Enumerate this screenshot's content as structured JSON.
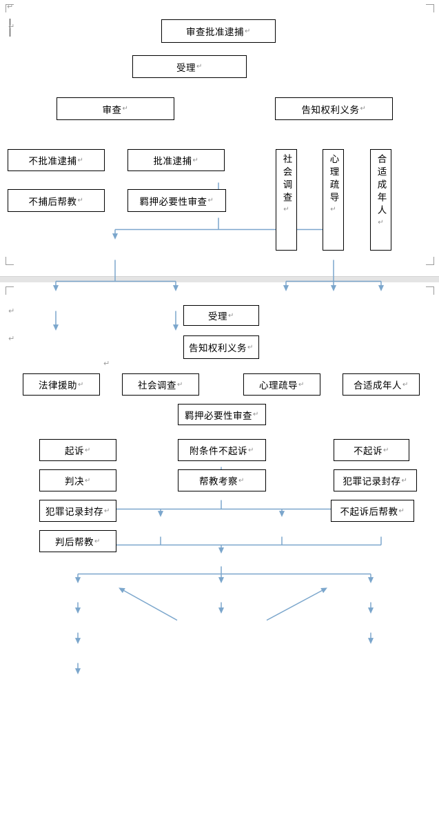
{
  "document": {
    "type": "word-document-flowchart",
    "page_count": 2,
    "line_color": "#7BA6CC",
    "box_border_color": "#000000",
    "page_break_color": "#E4E4E4",
    "pilcrow_glyph": "↵"
  },
  "chart_one": {
    "title_node": "审查批准逮捕",
    "nodes": {
      "root": "审查批准逮捕",
      "accept": "受理",
      "review": "审查",
      "notify_rights": "告知权利义务",
      "no_approve_arrest": "不批准逮捕",
      "approve_arrest": "批准逮捕",
      "post_no_arrest_help": "不捕后帮教",
      "custody_necessity_review": "羁押必要性审查",
      "social_survey": "社会调查",
      "psych_counseling": "心理疏导",
      "suitable_adult": "合适成年人"
    }
  },
  "chart_two": {
    "nodes": {
      "accept": "受理",
      "notify_rights": "告知权利义务",
      "legal_aid": "法律援助",
      "social_survey": "社会调查",
      "psych_counseling": "心理疏导",
      "suitable_adult": "合适成年人",
      "custody_necessity_review": "羁押必要性审查",
      "prosecute": "起诉",
      "conditional_non_prosecution": "附条件不起诉",
      "non_prosecution": "不起诉",
      "judgment": "判决",
      "help_education_inspection": "帮教考察",
      "record_sealing_left": "犯罪记录封存",
      "record_sealing_right": "犯罪记录封存",
      "post_judgment_help": "判后帮教",
      "post_non_prosecution_help": "不起诉后帮教"
    }
  }
}
